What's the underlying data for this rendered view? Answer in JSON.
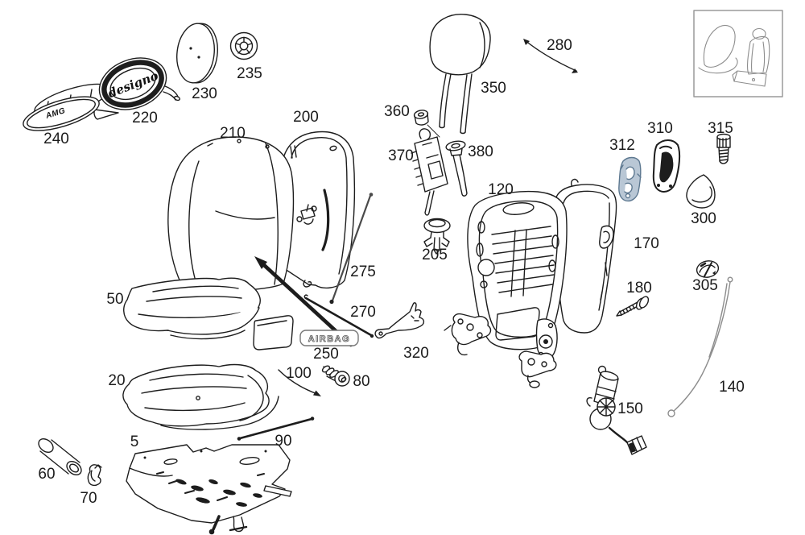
{
  "diagram": {
    "callouts": {
      "5": "5",
      "20": "20",
      "50": "50",
      "60": "60",
      "70": "70",
      "80": "80",
      "90": "90",
      "100": "100",
      "120": "120",
      "140": "140",
      "150": "150",
      "170": "170",
      "180": "180",
      "200": "200",
      "205": "205",
      "210": "210",
      "220": "220",
      "230": "230",
      "235": "235",
      "240": "240",
      "250": "250",
      "270": "270",
      "275": "275",
      "280": "280",
      "300": "300",
      "305": "305",
      "310": "310",
      "312": "312",
      "315": "315",
      "320": "320",
      "350": "350",
      "360": "360",
      "370": "370",
      "380": "380"
    },
    "badges": {
      "designo": "designo",
      "amg": "AMG",
      "airbag": "AIRBAG"
    },
    "colors": {
      "ink": "#1d1d1d",
      "highlight_fill": "#b9c7d5",
      "highlight_stroke": "#5d7890",
      "muted_gray": "#8d8d8d",
      "thumbnail_border": "#9a9a9a"
    }
  }
}
